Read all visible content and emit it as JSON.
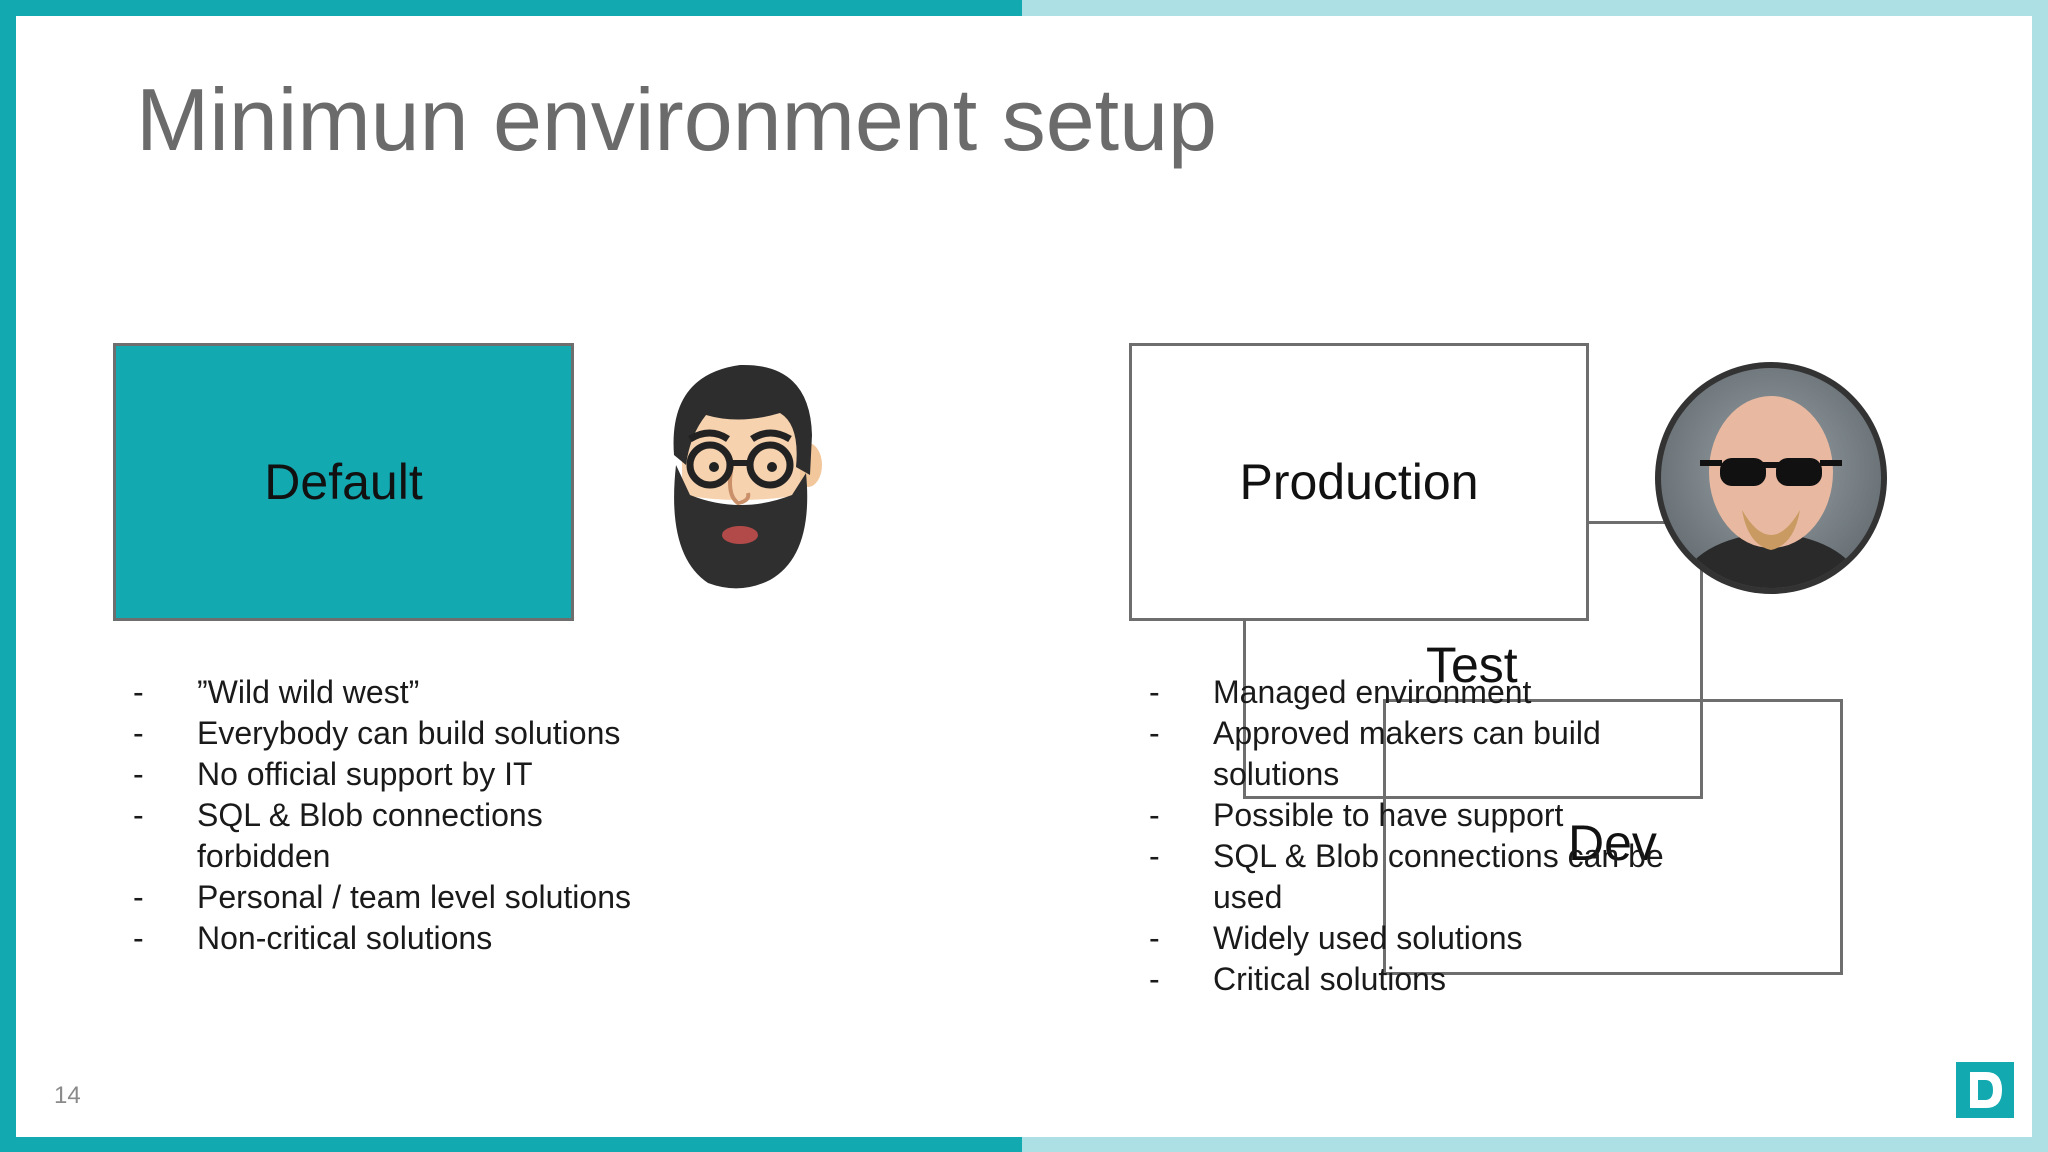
{
  "slide": {
    "title": "Minimun environment setup",
    "page_number": "14",
    "colors": {
      "accent": "#12a9b1",
      "accent_light": "#ade0e5",
      "box_border": "#6e6e6e",
      "title_text": "#6b6b6b"
    }
  },
  "left": {
    "box_label": "Default",
    "avatar_icon": "bearded-man-cartoon-icon",
    "bullets": [
      {
        "dash": "-",
        "text": "”Wild wild west”"
      },
      {
        "dash": "-",
        "text": "Everybody can build solutions"
      },
      {
        "dash": "-",
        "text": "No official support by IT"
      },
      {
        "dash": "-",
        "text": "SQL & Blob connections forbidden"
      },
      {
        "dash": "-",
        "text": "Personal / team level solutions"
      },
      {
        "dash": "-",
        "text": "Non-critical solutions"
      }
    ]
  },
  "right": {
    "production_label": "Production",
    "test_label": "Test",
    "dev_label": "Dev",
    "avatar_icon": "bald-man-sunglasses-photo-icon",
    "bullets": [
      {
        "dash": "-",
        "text": "Managed environment"
      },
      {
        "dash": "-",
        "text": "Approved makers can build solutions"
      },
      {
        "dash": "-",
        "text": "Possible to have support"
      },
      {
        "dash": "-",
        "text": "SQL & Blob connections can be used"
      },
      {
        "dash": "-",
        "text": "Widely used solutions"
      },
      {
        "dash": "-",
        "text": "Critical solutions"
      }
    ]
  },
  "logo": {
    "icon": "d-logo-icon"
  }
}
